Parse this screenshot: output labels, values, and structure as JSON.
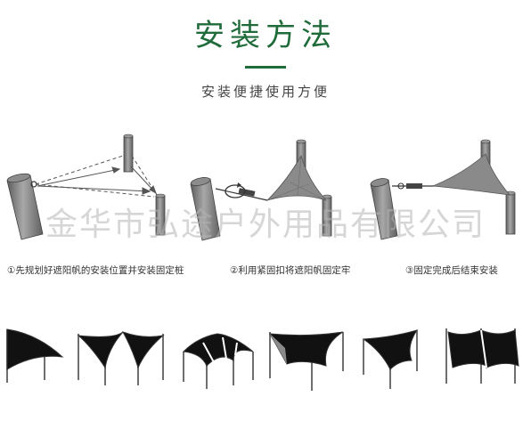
{
  "header": {
    "title": "安装方法",
    "subtitle": "安装便捷使用方便"
  },
  "watermark": "金华市弘途户外用品有限公司",
  "steps": [
    {
      "label": "①先规划好遮阳帆的安装位置并安装固定桩"
    },
    {
      "label": "②利用紧固扣将遮阳帆固定牢"
    },
    {
      "label": "③固定完成后结束安装"
    }
  ],
  "colors": {
    "accent": "#1f6b3a",
    "sail_dark": "#111111",
    "sail_grey": "#8a8a8a",
    "post": "#7a7a7a"
  }
}
